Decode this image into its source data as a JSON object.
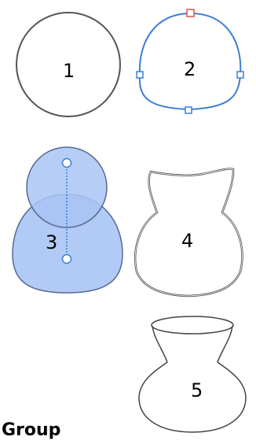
{
  "steps": [
    {
      "number": "1",
      "description_shape": "circle"
    },
    {
      "number": "2",
      "description_shape": "edited-circle-path"
    },
    {
      "number": "3",
      "description_shape": "two-overlapping-shapes"
    },
    {
      "number": "4",
      "description_shape": "union-outline"
    },
    {
      "number": "5",
      "description_shape": "vase"
    }
  ],
  "caption": "Group",
  "colors": {
    "stroke": "#555555",
    "edit_path": "#3d7fd6",
    "edit_handle": "#3d7fd6",
    "top_handle": "#e05050",
    "fill_selected": "#a9c4f5",
    "fill_selected_stroke": "#56698f",
    "guide_line": "#3d7fd6"
  }
}
